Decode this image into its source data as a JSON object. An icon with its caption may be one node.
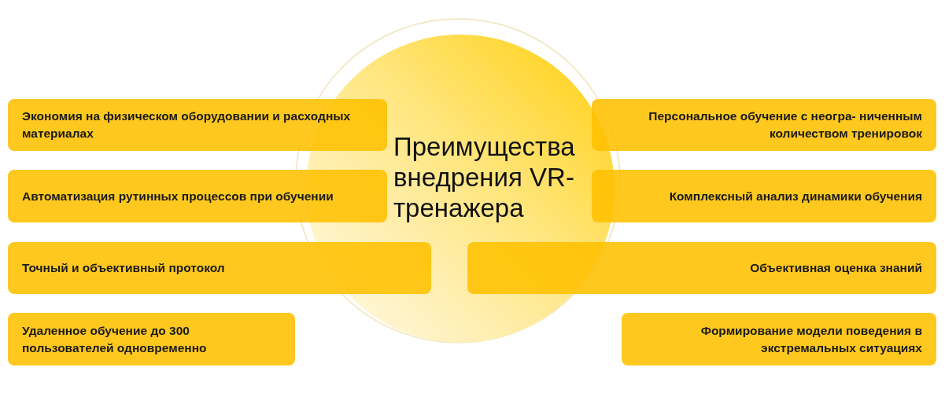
{
  "diagram": {
    "nodes": [
      {
        "text": [
          "Преимущества внедрения VR-тренажера"
        ]
      },
      {
        "text": [
          "Экономия на физическом оборудовании и расходных материалах"
        ]
      },
      {
        "text": [
          "Персональное обучение с неогра- ниченным количеством тренировок"
        ]
      },
      {
        "text": [
          "Автоматизация рутинных процессов при обучении"
        ]
      },
      {
        "text": [
          "Комплексный анализ динамики обучения"
        ]
      },
      {
        "text": [
          "Точный и объективный протокол"
        ]
      },
      {
        "text": [
          "Объективная оценка знаний"
        ]
      },
      {
        "text": [
          "Удаленное обучение до 300 пользователей одновременно"
        ]
      },
      {
        "text": [
          "Формирование модели поведения в экстремальных ситуациях"
        ]
      }
    ],
    "edges": []
  }
}
